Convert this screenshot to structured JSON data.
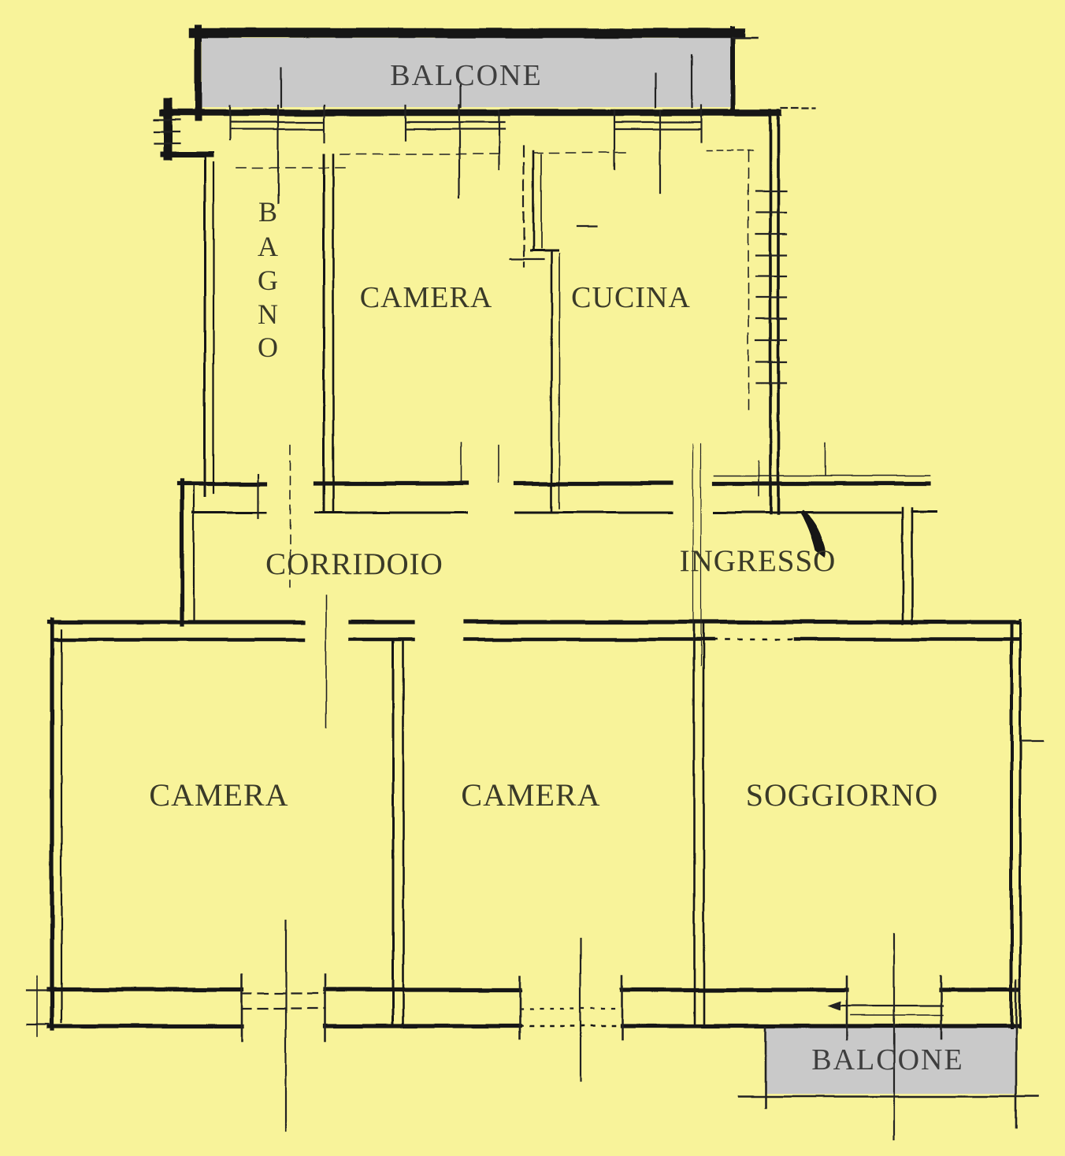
{
  "colors": {
    "background": "#F8F39A",
    "balcony_fill": "#C9C9C9",
    "wall": "#151515",
    "thin_line": "#232323",
    "room_label": "#3A3A28",
    "balcony_label": "#3E3E3E"
  },
  "rooms": {
    "balcone_top": {
      "label": "BALCONE"
    },
    "bagno": {
      "letters": [
        "B",
        "A",
        "G",
        "N",
        "O"
      ]
    },
    "camera_top": {
      "label": "CAMERA"
    },
    "cucina": {
      "label": "CUCINA"
    },
    "corridoio": {
      "label": "CORRIDOIO"
    },
    "ingresso": {
      "label": "INGRESSO"
    },
    "camera_left": {
      "label": "CAMERA"
    },
    "camera_center": {
      "label": "CAMERA"
    },
    "soggiorno": {
      "label": "SOGGIORNO"
    },
    "balcone_bottom": {
      "label": "BALCONE"
    }
  }
}
